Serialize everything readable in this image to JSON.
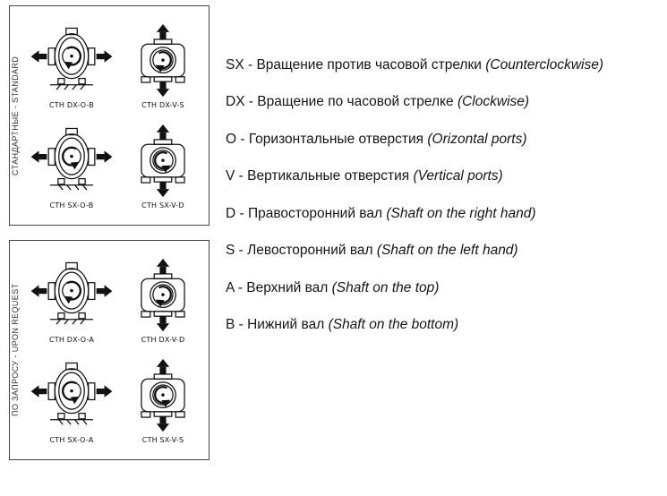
{
  "page": {
    "background": "#ffffff",
    "ink": "#111111",
    "border": "#444444"
  },
  "groups": [
    {
      "label": "СТАНДАРТНЫЕ - STANDARD",
      "pumps": [
        {
          "caption": "CTH DX-O-B",
          "ports": "horizontal",
          "rotation": "cw"
        },
        {
          "caption": "CTH DX-V-S",
          "ports": "vertical",
          "rotation": "cw"
        },
        {
          "caption": "CTH SX-O-B",
          "ports": "horizontal",
          "rotation": "ccw"
        },
        {
          "caption": "CTH SX-V-D",
          "ports": "vertical",
          "rotation": "ccw"
        }
      ]
    },
    {
      "label": "ПО ЗАПРОСУ - UPON REQUEST",
      "pumps": [
        {
          "caption": "CTH DX-O-A",
          "ports": "horizontal",
          "rotation": "cw"
        },
        {
          "caption": "CTH DX-V-D",
          "ports": "vertical",
          "rotation": "cw"
        },
        {
          "caption": "CTH SX-O-A",
          "ports": "horizontal",
          "rotation": "ccw"
        },
        {
          "caption": "CTH SX-V-S",
          "ports": "vertical",
          "rotation": "ccw"
        }
      ]
    }
  ],
  "legend": {
    "items": [
      {
        "text": "SX - Вращение против часовой стрелки",
        "en": "(Counterclockwise)"
      },
      {
        "text": "DX - Вращение по часовой стрелке",
        "en": "(Clockwise)"
      },
      {
        "text": "O - Горизонтальные отверстия",
        "en": "(Orizontal ports)"
      },
      {
        "text": "V - Вертикальные отверстия",
        "en": "(Vertical ports)"
      },
      {
        "text": "D - Правосторонний вал",
        "en": "(Shaft on the right hand)"
      },
      {
        "text": "S - Левосторонний вал",
        "en": "(Shaft on the left hand)"
      },
      {
        "text": "A - Верхний вал",
        "en": "(Shaft on the top)"
      },
      {
        "text": "B - Нижний вал",
        "en": "(Shaft on the bottom)"
      }
    ]
  }
}
